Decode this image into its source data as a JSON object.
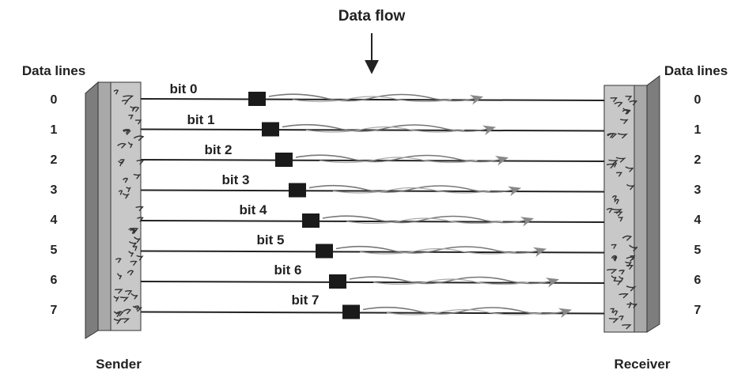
{
  "diagram": {
    "title": "Data flow",
    "left_header": "Data lines",
    "right_header": "Data lines",
    "sender_label": "Sender",
    "receiver_label": "Receiver",
    "line_numbers": [
      "0",
      "1",
      "2",
      "3",
      "4",
      "5",
      "6",
      "7"
    ],
    "bit_labels": [
      "bit 0",
      "bit 1",
      "bit 2",
      "bit 3",
      "bit 4",
      "bit 5",
      "bit 6",
      "bit 7"
    ],
    "colors": {
      "ink": "#222222",
      "panel": "#9a9a9a",
      "wave": "#777777"
    }
  }
}
